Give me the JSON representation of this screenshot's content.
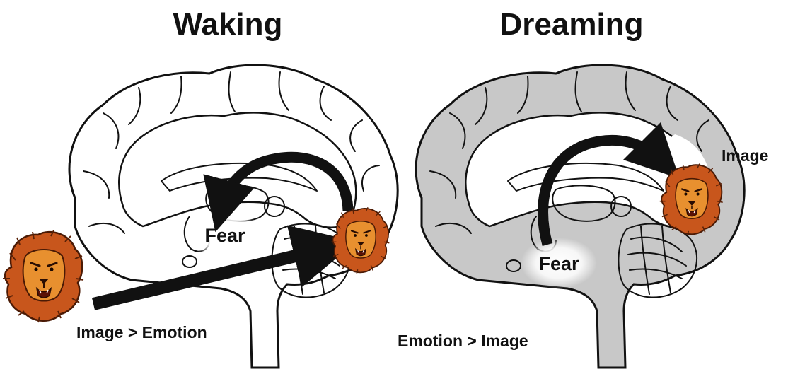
{
  "panels": {
    "waking": {
      "title": "Waking",
      "fear_label": "Fear",
      "caption": "Image > Emotion"
    },
    "dreaming": {
      "title": "Dreaming",
      "fear_label": "Fear",
      "caption": "Emotion > Image",
      "image_label": "Image"
    }
  },
  "colors": {
    "waking_cortex": "#ffffff",
    "dreaming_cortex": "#c8c8c8",
    "outline": "#111111",
    "lion_mane": "#c8561c",
    "lion_face": "#e8902f"
  },
  "icons": [
    "brain-sagittal-icon",
    "lion-head-icon",
    "arrow-icon"
  ]
}
